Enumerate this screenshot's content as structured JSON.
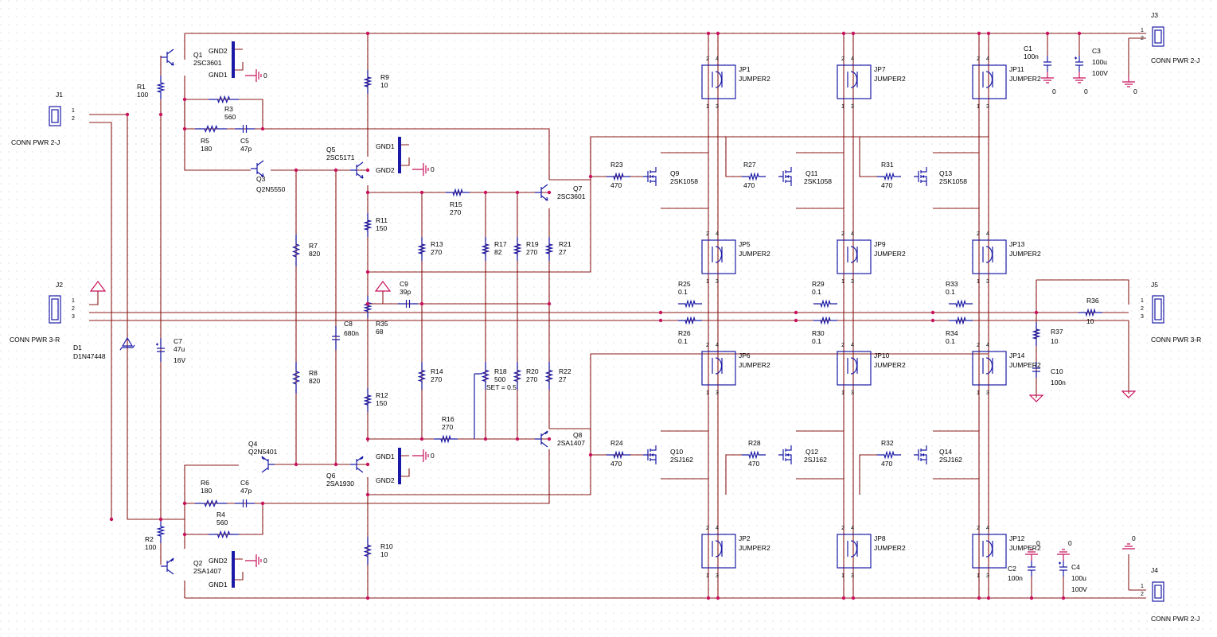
{
  "colors": {
    "wire": "#8b1a1a",
    "part": "#1a1aa6",
    "junction": "#c8125c",
    "text": "#000000",
    "background": "#ffffff"
  },
  "components": {
    "Q1": {
      "ref": "Q1",
      "value": "2SC3601"
    },
    "Q2": {
      "ref": "Q2",
      "value": "2SA1407"
    },
    "Q3": {
      "ref": "Q3",
      "value": "Q2N5550"
    },
    "Q4": {
      "ref": "Q4",
      "value": "Q2N5401"
    },
    "Q5": {
      "ref": "Q5",
      "value": "2SC5171"
    },
    "Q6": {
      "ref": "Q6",
      "value": "2SA1930"
    },
    "Q7": {
      "ref": "Q7",
      "value": "2SC3601"
    },
    "Q8": {
      "ref": "Q8",
      "value": "2SA1407"
    },
    "Q9": {
      "ref": "Q9",
      "value": "2SK1058"
    },
    "Q10": {
      "ref": "Q10",
      "value": "2SJ162"
    },
    "Q11": {
      "ref": "Q11",
      "value": "2SK1058"
    },
    "Q12": {
      "ref": "Q12",
      "value": "2SJ162"
    },
    "Q13": {
      "ref": "Q13",
      "value": "2SK1058"
    },
    "Q14": {
      "ref": "Q14",
      "value": "2SJ162"
    },
    "R1": {
      "ref": "R1",
      "value": "100"
    },
    "R2": {
      "ref": "R2",
      "value": "100"
    },
    "R3": {
      "ref": "R3",
      "value": "560"
    },
    "R4": {
      "ref": "R4",
      "value": "560"
    },
    "R5": {
      "ref": "R5",
      "value": "180"
    },
    "R6": {
      "ref": "R6",
      "value": "180"
    },
    "R7": {
      "ref": "R7",
      "value": "820"
    },
    "R8": {
      "ref": "R8",
      "value": "820"
    },
    "R9": {
      "ref": "R9",
      "value": "10"
    },
    "R10": {
      "ref": "R10",
      "value": "10"
    },
    "R11": {
      "ref": "R11",
      "value": "150"
    },
    "R12": {
      "ref": "R12",
      "value": "150"
    },
    "R13": {
      "ref": "R13",
      "value": "270"
    },
    "R14": {
      "ref": "R14",
      "value": "270"
    },
    "R15": {
      "ref": "R15",
      "value": "270"
    },
    "R16": {
      "ref": "R16",
      "value": "270"
    },
    "R17": {
      "ref": "R17",
      "value": "82"
    },
    "R18": {
      "ref": "R18",
      "value": "500",
      "extra": "SET = 0.5"
    },
    "R19": {
      "ref": "R19",
      "value": "270"
    },
    "R20": {
      "ref": "R20",
      "value": "270"
    },
    "R21": {
      "ref": "R21",
      "value": "27"
    },
    "R22": {
      "ref": "R22",
      "value": "27"
    },
    "R23": {
      "ref": "R23",
      "value": "470"
    },
    "R24": {
      "ref": "R24",
      "value": "470"
    },
    "R25": {
      "ref": "R25",
      "value": "0.1"
    },
    "R26": {
      "ref": "R26",
      "value": "0.1"
    },
    "R27": {
      "ref": "R27",
      "value": "470"
    },
    "R28": {
      "ref": "R28",
      "value": "470"
    },
    "R29": {
      "ref": "R29",
      "value": "0.1"
    },
    "R30": {
      "ref": "R30",
      "value": "0.1"
    },
    "R31": {
      "ref": "R31",
      "value": "470"
    },
    "R32": {
      "ref": "R32",
      "value": "470"
    },
    "R33": {
      "ref": "R33",
      "value": "0.1"
    },
    "R34": {
      "ref": "R34",
      "value": "0.1"
    },
    "R35": {
      "ref": "R35",
      "value": "68"
    },
    "R36": {
      "ref": "R36",
      "value": "10"
    },
    "R37": {
      "ref": "R37",
      "value": "10"
    },
    "C1": {
      "ref": "C1",
      "value": "100n"
    },
    "C2": {
      "ref": "C2",
      "value": "100n"
    },
    "C3": {
      "ref": "C3",
      "value": "100u",
      "extra": "100V"
    },
    "C4": {
      "ref": "C4",
      "value": "100u",
      "extra": "100V"
    },
    "C5": {
      "ref": "C5",
      "value": "47p"
    },
    "C6": {
      "ref": "C6",
      "value": "47p"
    },
    "C7": {
      "ref": "C7",
      "value": "47u",
      "extra": "16V"
    },
    "C8": {
      "ref": "C8",
      "value": "680n"
    },
    "C9": {
      "ref": "C9",
      "value": "39p"
    },
    "C10": {
      "ref": "C10",
      "value": "100n"
    },
    "D1": {
      "ref": "D1",
      "value": "D1N47448"
    },
    "J1": {
      "ref": "J1",
      "value": "CONN PWR 2-J"
    },
    "J2": {
      "ref": "J2",
      "value": "CONN PWR 3-R"
    },
    "J3": {
      "ref": "J3",
      "value": "CONN PWR 2-J"
    },
    "J4": {
      "ref": "J4",
      "value": "CONN PWR 2-J"
    },
    "J5": {
      "ref": "J5",
      "value": "CONN PWR 3-R"
    },
    "JP1": {
      "ref": "JP1",
      "value": "JUMPER2"
    },
    "JP2": {
      "ref": "JP2",
      "value": "JUMPER2"
    },
    "JP5": {
      "ref": "JP5",
      "value": "JUMPER2"
    },
    "JP6": {
      "ref": "JP6",
      "value": "JUMPER2"
    },
    "JP7": {
      "ref": "JP7",
      "value": "JUMPER2"
    },
    "JP8": {
      "ref": "JP8",
      "value": "JUMPER2"
    },
    "JP9": {
      "ref": "JP9",
      "value": "JUMPER2"
    },
    "JP10": {
      "ref": "JP10",
      "value": "JUMPER2"
    },
    "JP11": {
      "ref": "JP11",
      "value": "JUMPER2"
    },
    "JP12": {
      "ref": "JP12",
      "value": "JUMPER2"
    },
    "JP13": {
      "ref": "JP13",
      "value": "JUMPER2"
    },
    "JP14": {
      "ref": "JP14",
      "value": "JUMPER2"
    }
  },
  "labels": {
    "gnd1": "GND1",
    "gnd2": "GND2",
    "zero": "0",
    "pin1": "1",
    "pin2": "2",
    "pin3": "3",
    "pin4": "4"
  }
}
